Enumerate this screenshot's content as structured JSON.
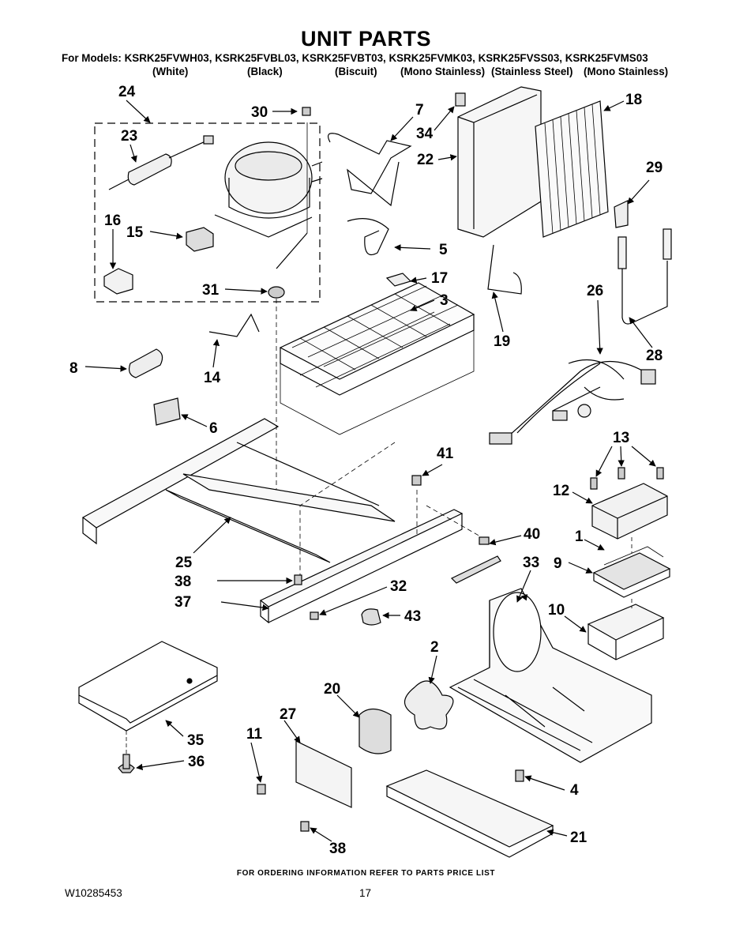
{
  "title": "UNIT PARTS",
  "models_line": "For Models: KSRK25FVWH03, KSRK25FVBL03, KSRK25FVBT03, KSRK25FVMK03, KSRK25FVSS03, KSRK25FVMS03",
  "colors": [
    "(White)",
    "(Black)",
    "(Biscuit)",
    "(Mono Stainless)",
    "(Stainless Steel)",
    "(Mono Stainless)"
  ],
  "callouts": {
    "p1": "1",
    "p2": "2",
    "p3": "3",
    "p4": "4",
    "p5": "5",
    "p6": "6",
    "p7": "7",
    "p8": "8",
    "p9": "9",
    "p10": "10",
    "p11": "11",
    "p12": "12",
    "p13": "13",
    "p14": "14",
    "p15": "15",
    "p16": "16",
    "p17": "17",
    "p18": "18",
    "p19": "19",
    "p20": "20",
    "p21": "21",
    "p22": "22",
    "p23": "23",
    "p24": "24",
    "p25": "25",
    "p26": "26",
    "p27": "27",
    "p28": "28",
    "p29": "29",
    "p30": "30",
    "p31": "31",
    "p32": "32",
    "p33": "33",
    "p34": "34",
    "p35": "35",
    "p36": "36",
    "p37": "37",
    "p38a": "38",
    "p38b": "38",
    "p40": "40",
    "p41": "41",
    "p43": "43"
  },
  "footer_note": "FOR ORDERING INFORMATION REFER TO PARTS PRICE LIST",
  "doc_number": "W10285453",
  "page_number": "17"
}
